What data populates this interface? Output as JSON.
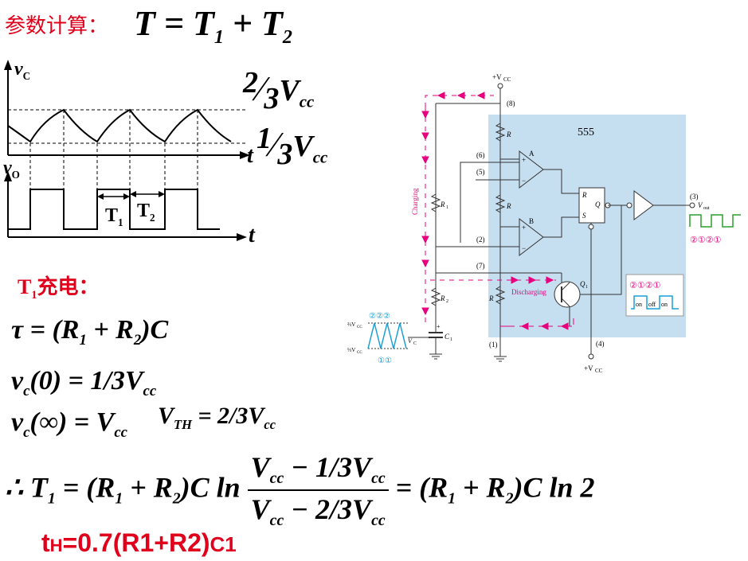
{
  "title": {
    "label": "参数计算：",
    "formula": "T = T1 + T2"
  },
  "waveform": {
    "vc_label": "vC",
    "vo_label": "vO",
    "t_label": "t",
    "upper_level": "2/3Vcc",
    "lower_level": "1/3Vcc",
    "t1_label": "T1",
    "t2_label": "T2"
  },
  "section": {
    "heading": "T1充电："
  },
  "equations": {
    "tau": "τ = (R1 + R2)C",
    "vc0": "vc(0) = 1/3Vcc",
    "vcinf": "vc(∞) = Vcc",
    "vth": "VTH = 2/3Vcc",
    "t1_derivation": "∴ T1 = (R1 + R2)C ln (Vcc − 1/3Vcc)/(Vcc − 2/3Vcc) = (R1 + R2)C ln 2",
    "th": "tH=0.7(R1+R2)C1"
  },
  "circuit": {
    "chip_label": "555",
    "vcc_top": "+VCC",
    "vcc_bottom": "+VCC",
    "charging_label": "Charging",
    "discharging_label": "Discharging",
    "pins": [
      "(8)",
      "(6)",
      "(5)",
      "(2)",
      "(7)",
      "(1)",
      "(4)",
      "(3)"
    ],
    "components": [
      "R",
      "R",
      "R",
      "R1",
      "R2",
      "C1",
      "Q1"
    ],
    "comparator_a": "A",
    "comparator_b": "B",
    "latch": [
      "R",
      "Q",
      "S"
    ],
    "vout_label": "Vout",
    "vc_label": "VC",
    "cap_level_high": "2/3VCC",
    "cap_level_low": "1/3VCC",
    "cap_marks_top": "②②②",
    "cap_marks_bottom": "①①",
    "out_marks": "②①②①",
    "state_marks": "②①②①",
    "state_labels": [
      "on",
      "off",
      "on"
    ]
  },
  "colors": {
    "heading_red": "#e0001b",
    "chip_blue": "#c6dff0",
    "arrow_magenta": "#e6007e",
    "wave_cyan": "#1a9fd8"
  }
}
